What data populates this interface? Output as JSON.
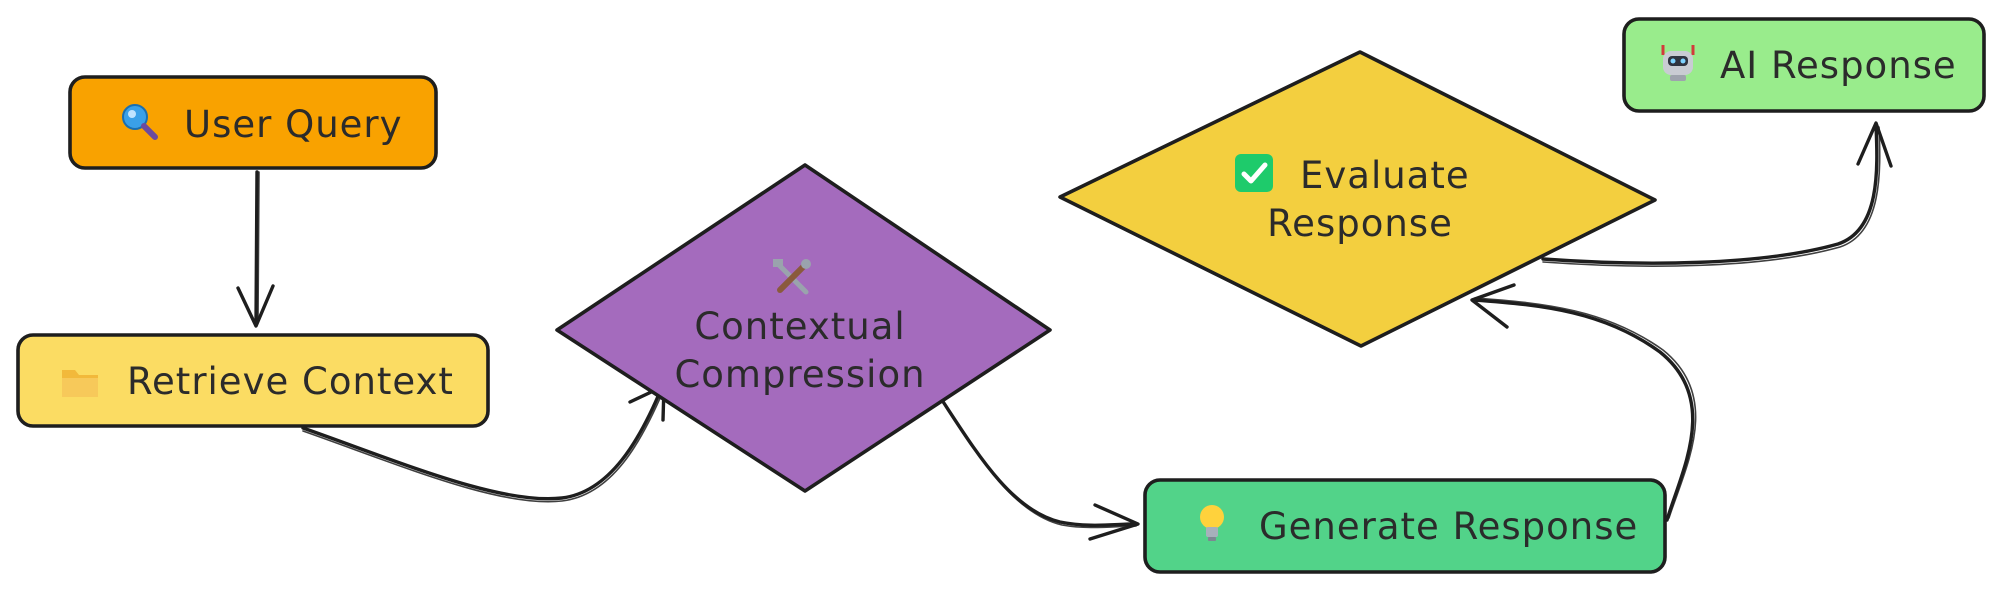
{
  "colors": {
    "user_query": "#f9a200",
    "retrieve_context": "#fbdc63",
    "contextual_compression": "#a46bbd",
    "evaluate_response": "#f3cf3f",
    "generate_response": "#52d389",
    "ai_response": "#99ec8c",
    "stroke": "#1e1e1e",
    "text": "#2b2b2b"
  },
  "nodes": {
    "user_query": {
      "icon": "magnifier-icon",
      "label": "User Query"
    },
    "retrieve_context": {
      "icon": "folder-icon",
      "label": "Retrieve Context"
    },
    "contextual_compression": {
      "icon": "tools-icon",
      "label_line1": "Contextual",
      "label_line2": "Compression"
    },
    "evaluate_response": {
      "icon": "checkmark-icon",
      "label_line1": "Evaluate",
      "label_line2": "Response"
    },
    "generate_response": {
      "icon": "lightbulb-icon",
      "label": "Generate Response"
    },
    "ai_response": {
      "icon": "robot-icon",
      "label": "AI Response"
    }
  },
  "edges": [
    {
      "from": "User Query",
      "to": "Retrieve Context"
    },
    {
      "from": "Retrieve Context",
      "to": "Contextual Compression"
    },
    {
      "from": "Contextual Compression",
      "to": "Generate Response"
    },
    {
      "from": "Generate Response",
      "to": "Evaluate Response"
    },
    {
      "from": "Evaluate Response",
      "to": "AI Response"
    }
  ]
}
